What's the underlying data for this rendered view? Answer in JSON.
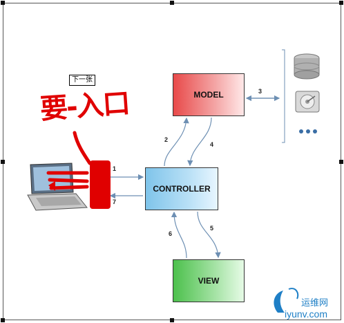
{
  "diagram": {
    "model_label": "MODEL",
    "controller_label": "CONTROLLER",
    "view_label": "VIEW",
    "arrow_numbers": [
      "1",
      "2",
      "3",
      "4",
      "5",
      "6",
      "7"
    ],
    "next_page_label": "下一张",
    "handwritten_annotation": "要-入口",
    "storage_ellipsis": "..."
  },
  "watermark": {
    "text": "运维网",
    "url": "iyunv.com"
  },
  "colors": {
    "model": "#e84a4a",
    "controller": "#7fc4ea",
    "view": "#4cc04c",
    "annotation": "#e00000",
    "connector": "#6d8fb3"
  },
  "icons": [
    "laptop-icon",
    "database-icon",
    "hard-drive-icon",
    "phone-icon"
  ]
}
